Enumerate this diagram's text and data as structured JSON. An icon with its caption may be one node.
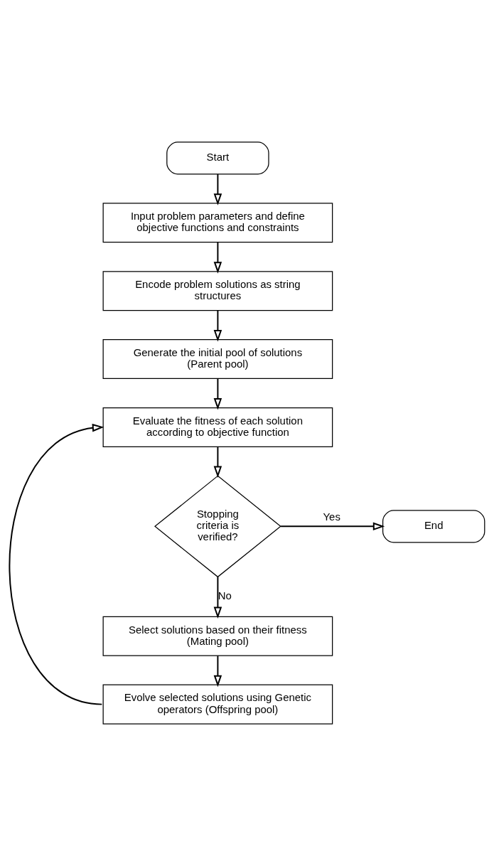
{
  "diagram": {
    "nodes": [
      {
        "text": [
          "Start"
        ]
      },
      {
        "text": [
          "Input problem parameters and define objective functions and constraints"
        ]
      },
      {
        "text": [
          "Encode problem solutions as string structures"
        ]
      },
      {
        "text": [
          "Generate the initial pool of solutions (Parent pool)"
        ]
      },
      {
        "text": [
          "Evaluate the fitness of each solution according to objective function"
        ]
      },
      {
        "text": [
          "Stopping criteria is verified?"
        ]
      },
      {
        "text": [
          "End"
        ]
      },
      {
        "text": [
          "Select solutions based on their fitness (Mating pool)"
        ]
      },
      {
        "text": [
          "Evolve selected solutions using Genetic operators (Offspring pool)"
        ]
      }
    ],
    "edges": [
      {
        "from": 0,
        "to": 1,
        "arrow": "to"
      },
      {
        "from": 1,
        "to": 2,
        "arrow": "to"
      },
      {
        "from": 2,
        "to": 3,
        "arrow": "to"
      },
      {
        "from": 3,
        "to": 4,
        "arrow": "to"
      },
      {
        "from": 4,
        "to": 5,
        "arrow": "to"
      },
      {
        "from": 5,
        "to": 6,
        "arrow": "to",
        "label": "Yes"
      },
      {
        "from": 5,
        "to": 7,
        "arrow": "to",
        "label": "No"
      },
      {
        "from": 7,
        "to": 8,
        "arrow": "to"
      },
      {
        "from": 8,
        "to": 4,
        "arrow": "to"
      }
    ]
  }
}
